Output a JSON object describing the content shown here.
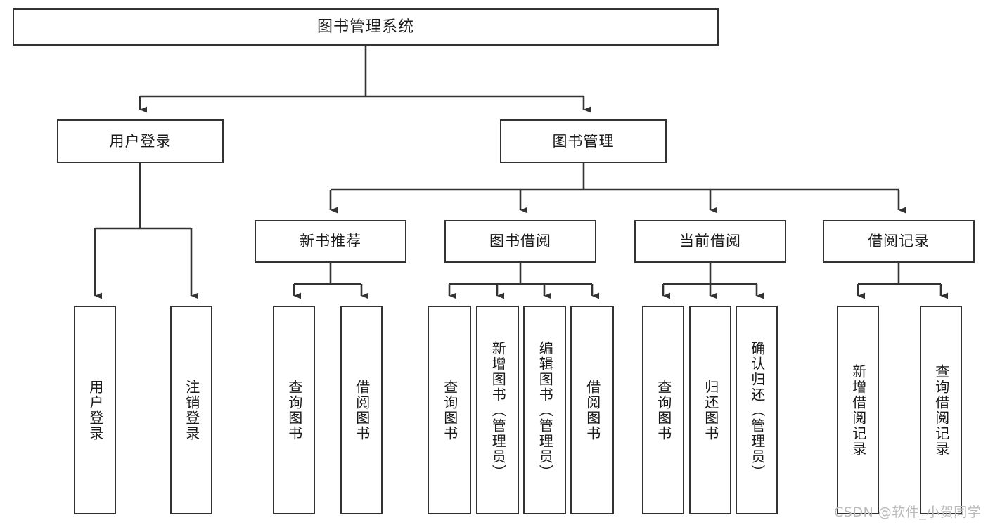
{
  "diagram": {
    "type": "tree-hierarchy-chart",
    "title": "图书管理系统",
    "orientation": "top-down",
    "colors": {
      "stroke": "#333333",
      "fill": "#ffffff",
      "text": "#1a1a1a",
      "watermark": "#b9b9b9"
    },
    "levels": {
      "root": {
        "label": "图书管理系统"
      },
      "level2": [
        {
          "id": "user-login",
          "label": "用户登录"
        },
        {
          "id": "book-management",
          "label": "图书管理"
        }
      ],
      "level3": [
        {
          "id": "new-book-recommend",
          "label": "新书推荐",
          "parent": "book-management"
        },
        {
          "id": "book-borrow",
          "label": "图书借阅",
          "parent": "book-management"
        },
        {
          "id": "current-borrow",
          "label": "当前借阅",
          "parent": "book-management"
        },
        {
          "id": "borrow-record",
          "label": "借阅记录",
          "parent": "book-management"
        }
      ],
      "leaves": [
        {
          "id": "leaf-user-login",
          "label": "用户登录",
          "parent": "user-login"
        },
        {
          "id": "leaf-logout-login",
          "label": "注销登录",
          "parent": "user-login"
        },
        {
          "id": "leaf-query-book-1",
          "label": "查询图书",
          "parent": "new-book-recommend"
        },
        {
          "id": "leaf-borrow-book-1",
          "label": "借阅图书",
          "parent": "new-book-recommend"
        },
        {
          "id": "leaf-query-book-2",
          "label": "查询图书",
          "parent": "book-borrow"
        },
        {
          "id": "leaf-add-book",
          "label": "新增图书（管理员）",
          "parent": "book-borrow"
        },
        {
          "id": "leaf-edit-book",
          "label": "编辑图书（管理员）",
          "parent": "book-borrow"
        },
        {
          "id": "leaf-borrow-book-2",
          "label": "借阅图书",
          "parent": "book-borrow"
        },
        {
          "id": "leaf-query-book-3",
          "label": "查询图书",
          "parent": "current-borrow"
        },
        {
          "id": "leaf-return-book",
          "label": "归还图书",
          "parent": "current-borrow"
        },
        {
          "id": "leaf-confirm-return",
          "label": "确认归还（管理员）",
          "parent": "current-borrow"
        },
        {
          "id": "leaf-add-record",
          "label": "新增借阅记录",
          "parent": "borrow-record"
        },
        {
          "id": "leaf-query-record",
          "label": "查询借阅记录",
          "parent": "borrow-record"
        }
      ]
    }
  },
  "watermark": {
    "text": "CSDN @软件_小贺同学"
  }
}
